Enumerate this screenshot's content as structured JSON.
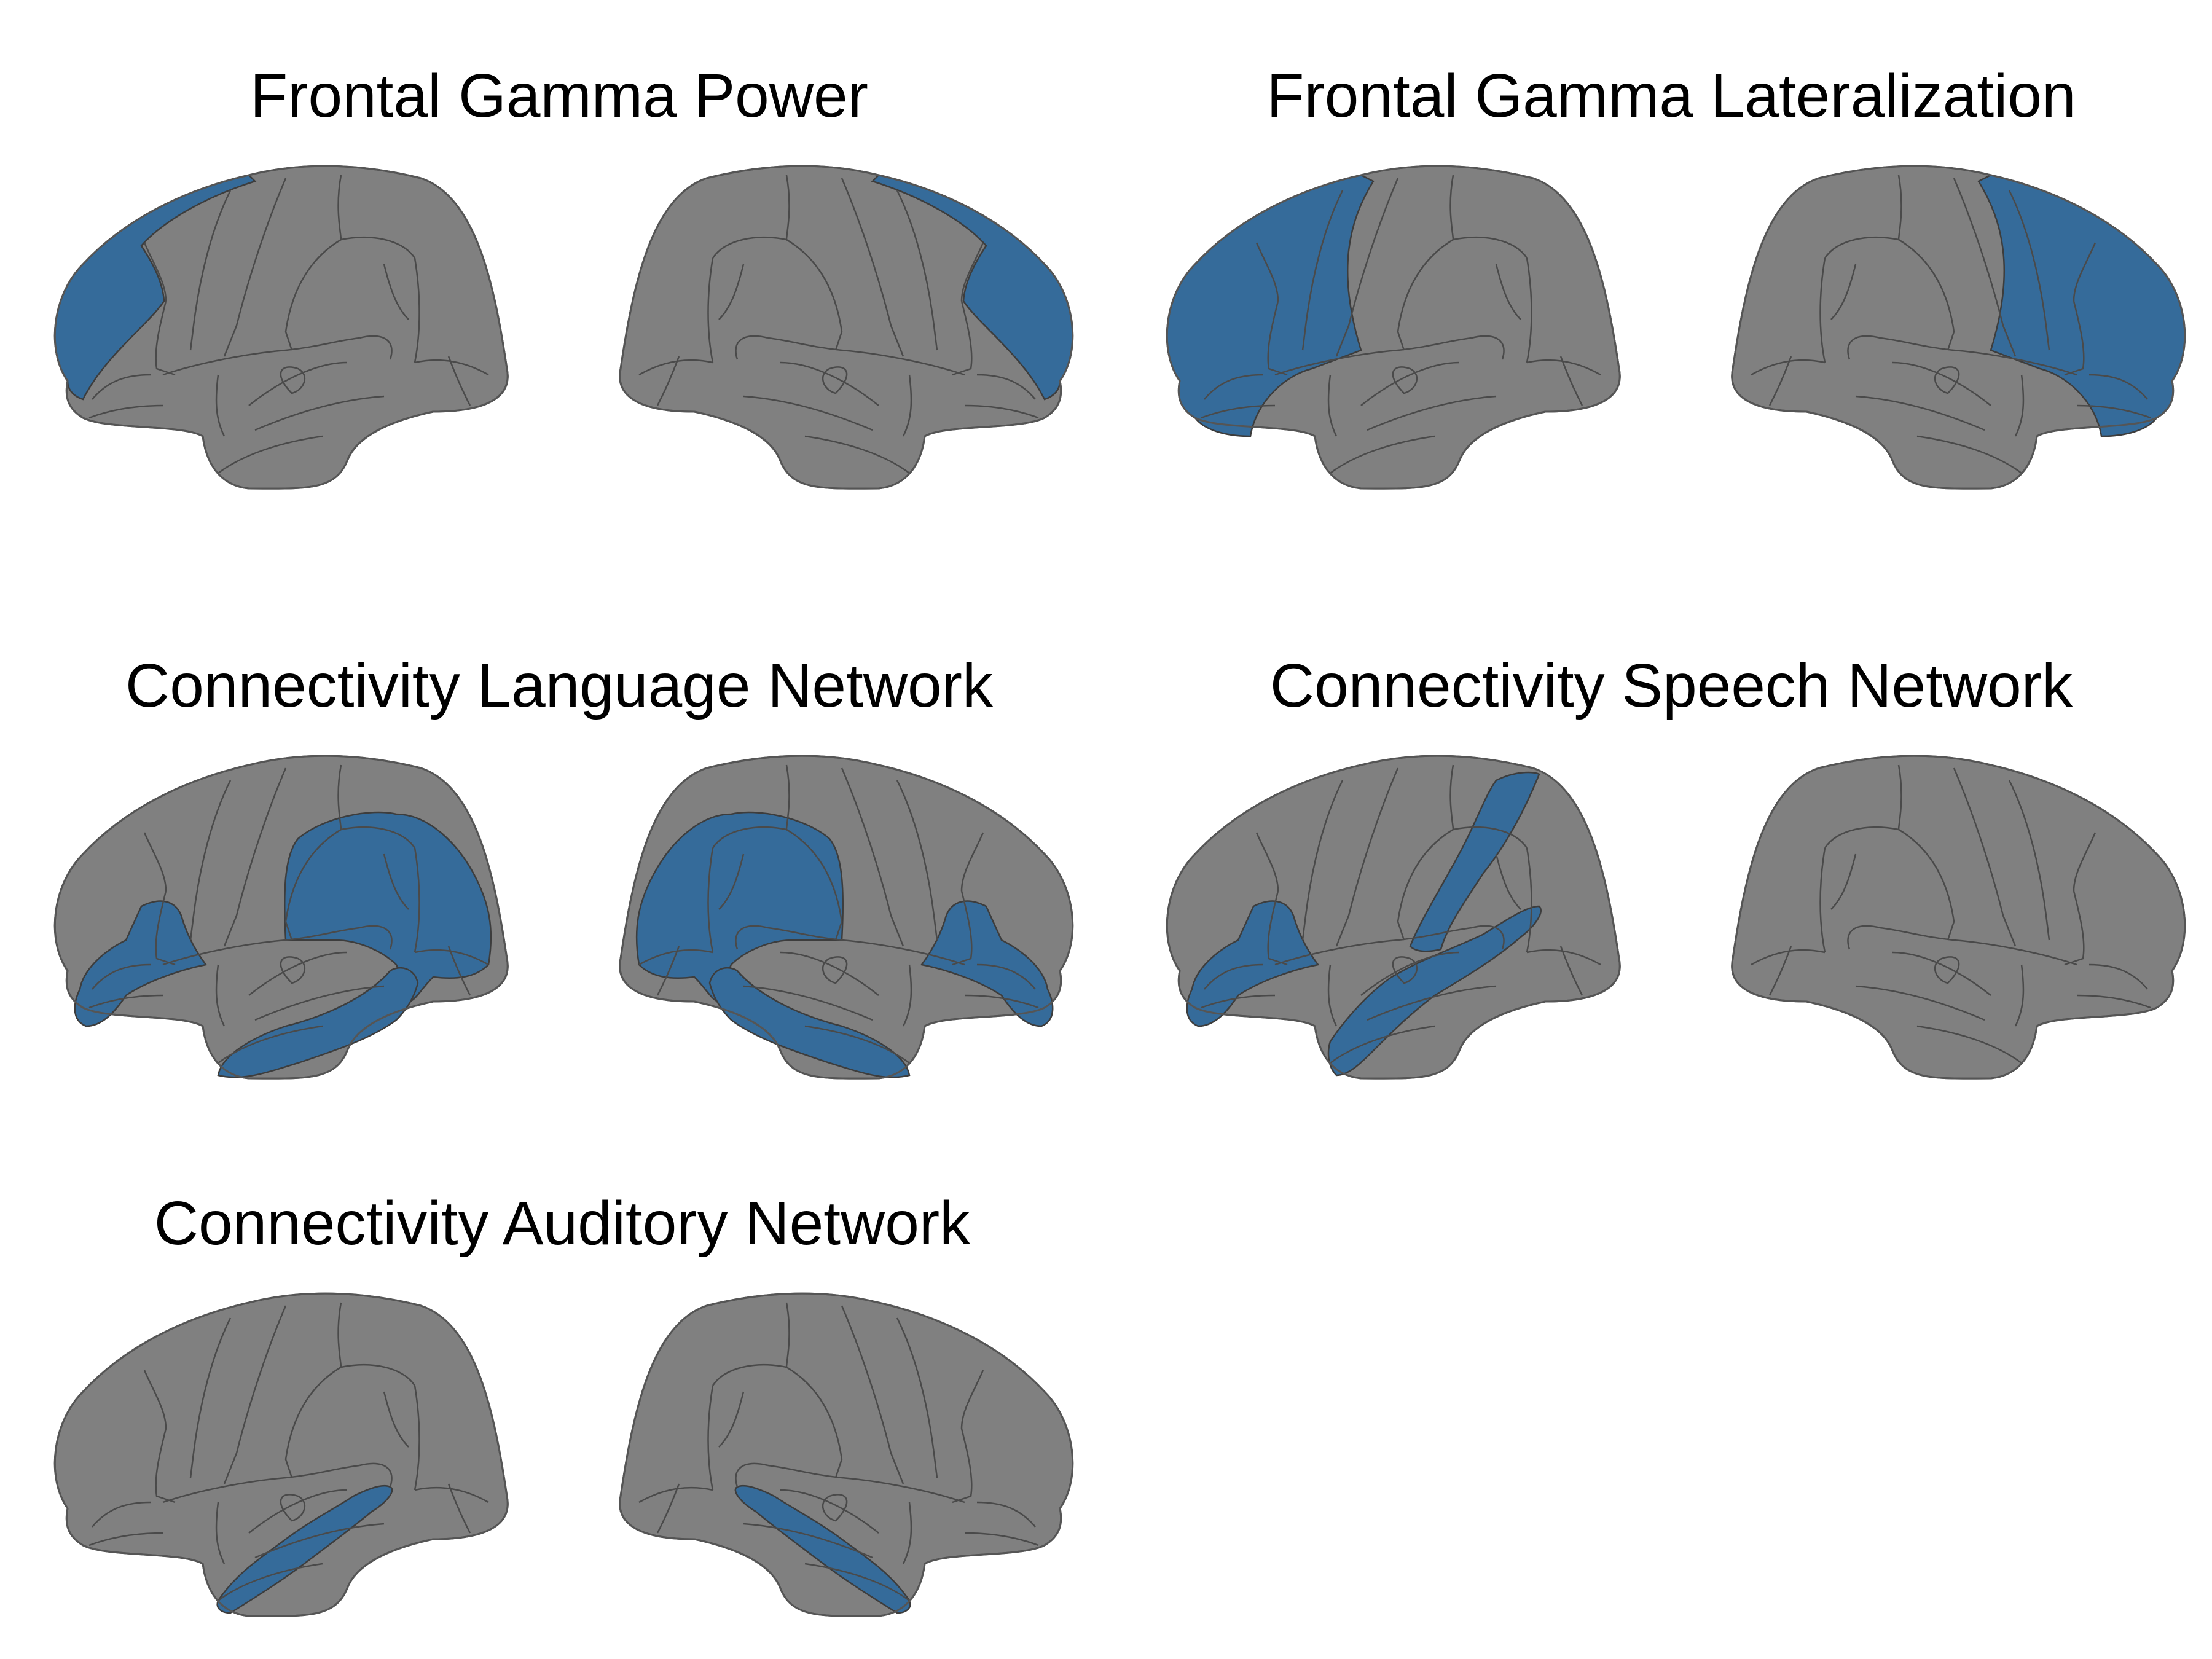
{
  "colors": {
    "background": "#ffffff",
    "cortex": "#808080",
    "highlight": "#356b9a",
    "outline": "#4a4a4a"
  },
  "panels": [
    {
      "id": "frontal-gamma-power",
      "title": "Frontal Gamma Power",
      "highlighted_regions": {
        "left": [
          "superior-frontal"
        ],
        "right": [
          "superior-frontal"
        ]
      }
    },
    {
      "id": "frontal-gamma-lateralization",
      "title": "Frontal Gamma Lateralization",
      "highlighted_regions": {
        "left": [
          "superior-frontal",
          "middle-frontal",
          "frontal-pole",
          "lateral-orbitofrontal"
        ],
        "right": [
          "superior-frontal",
          "middle-frontal",
          "frontal-pole",
          "lateral-orbitofrontal"
        ]
      }
    },
    {
      "id": "connectivity-language-network",
      "title": "Connectivity Language Network",
      "highlighted_regions": {
        "left": [
          "pars-triangularis",
          "pars-orbitalis",
          "supramarginal",
          "inferior-parietal",
          "middle-temporal"
        ],
        "right": [
          "supramarginal",
          "middle-temporal",
          "pars-triangularis",
          "pars-orbitalis"
        ]
      }
    },
    {
      "id": "connectivity-speech-network",
      "title": "Connectivity Speech Network",
      "highlighted_regions": {
        "left": [
          "precentral",
          "pars-triangularis",
          "pars-orbitalis",
          "superior-temporal"
        ],
        "right": []
      }
    },
    {
      "id": "connectivity-auditory-network",
      "title": "Connectivity Auditory Network",
      "highlighted_regions": {
        "left": [
          "superior-temporal"
        ],
        "right": [
          "superior-temporal"
        ]
      }
    }
  ]
}
